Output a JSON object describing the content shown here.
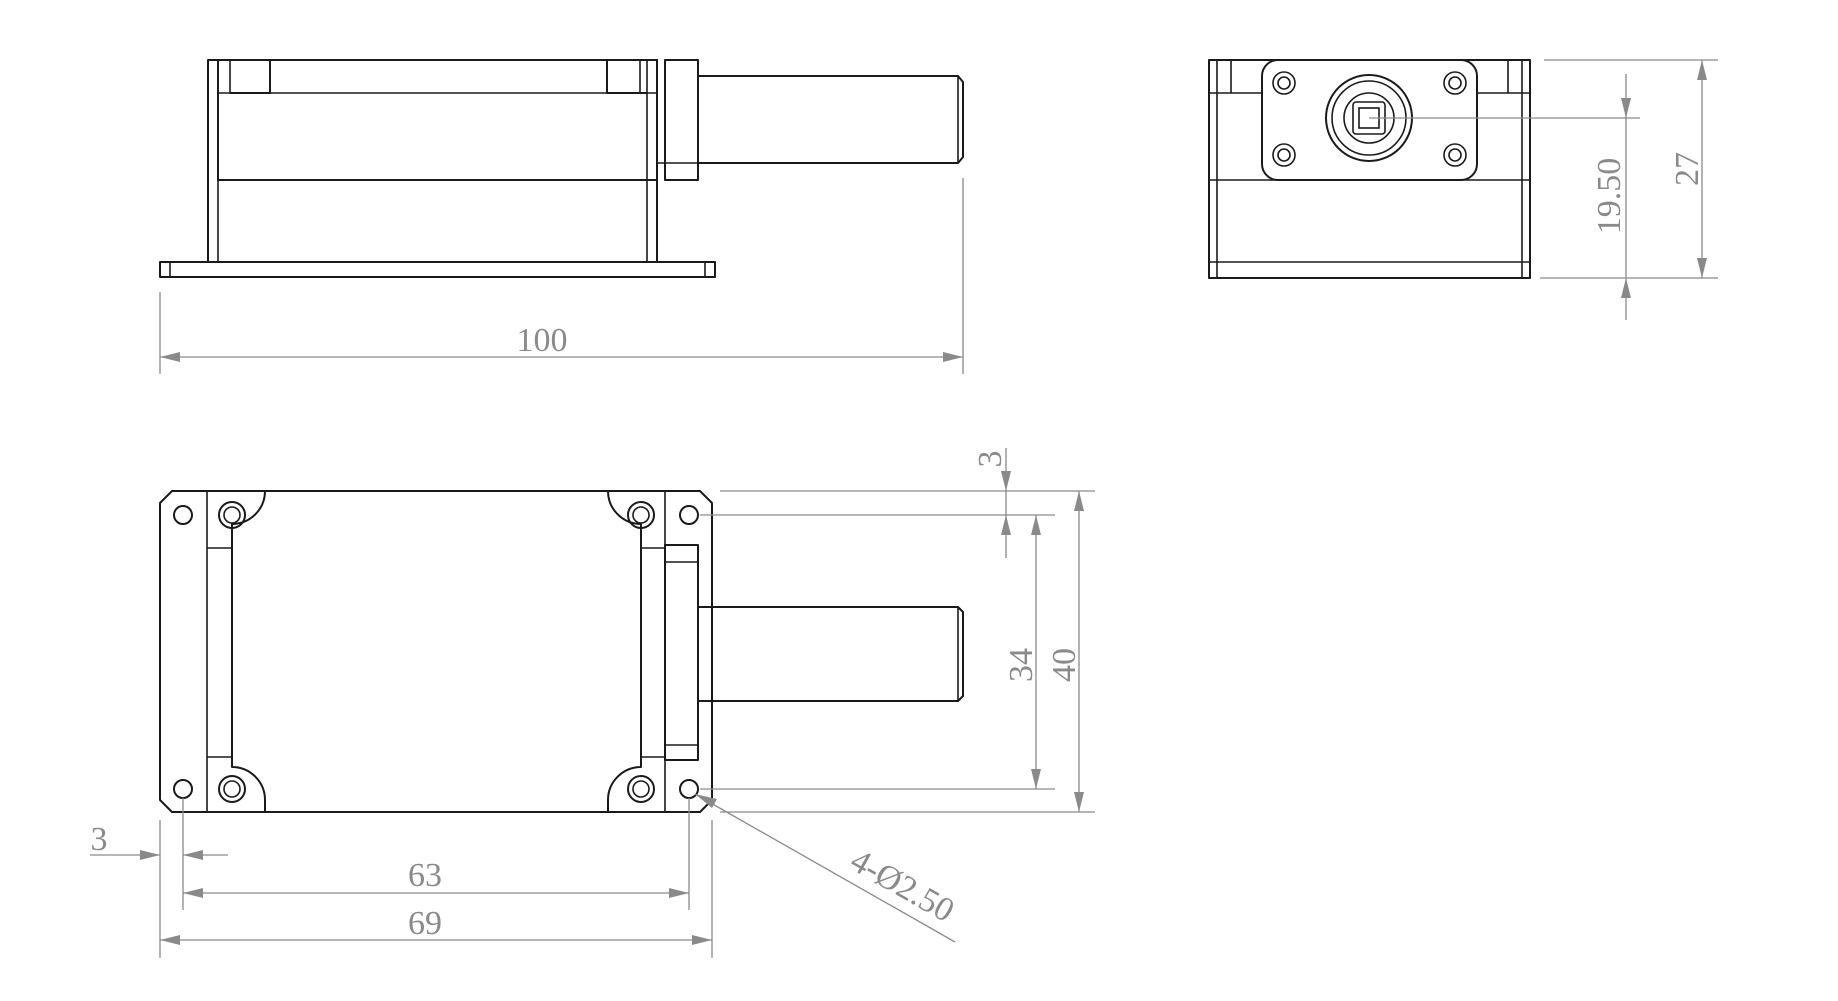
{
  "colors": {
    "outline": "#1a1a1a",
    "dimension": "#8a8a8a",
    "background": "#ffffff"
  },
  "dimensions": {
    "side_length": "100",
    "front_height_center": "19.50",
    "front_height_total": "27",
    "top_margin": "3",
    "top_hole_pitch": "34",
    "top_width": "40",
    "left_margin": "3",
    "hole_spacing": "63",
    "total_length": "69",
    "hole_callout": "4-Ø2.50"
  }
}
